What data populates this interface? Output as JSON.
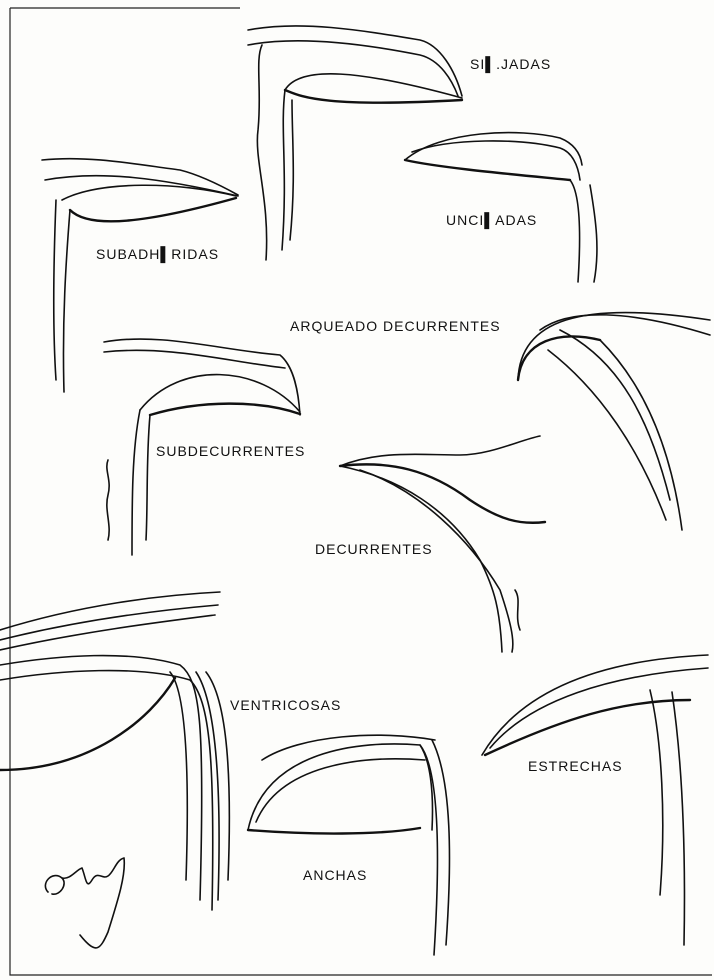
{
  "labels": {
    "sinuadas": "SI▌.JADAS",
    "uncinadas": "UNCI▌ADAS",
    "subadheridas": "SUBADH▌RIDAS",
    "arqueado_decurrentes": "ARQUEADO DECURRENTES",
    "subdecurrentes": "SUBDECURRENTES",
    "decurrentes": "DECURRENTES",
    "ventricosas": "VENTRICOSAS",
    "estrechas": "ESTRECHAS",
    "anchas": "ANCHAS"
  },
  "signature": "Ardef",
  "colors": {
    "ink": "#111111",
    "paper": "#fdfdfb"
  }
}
